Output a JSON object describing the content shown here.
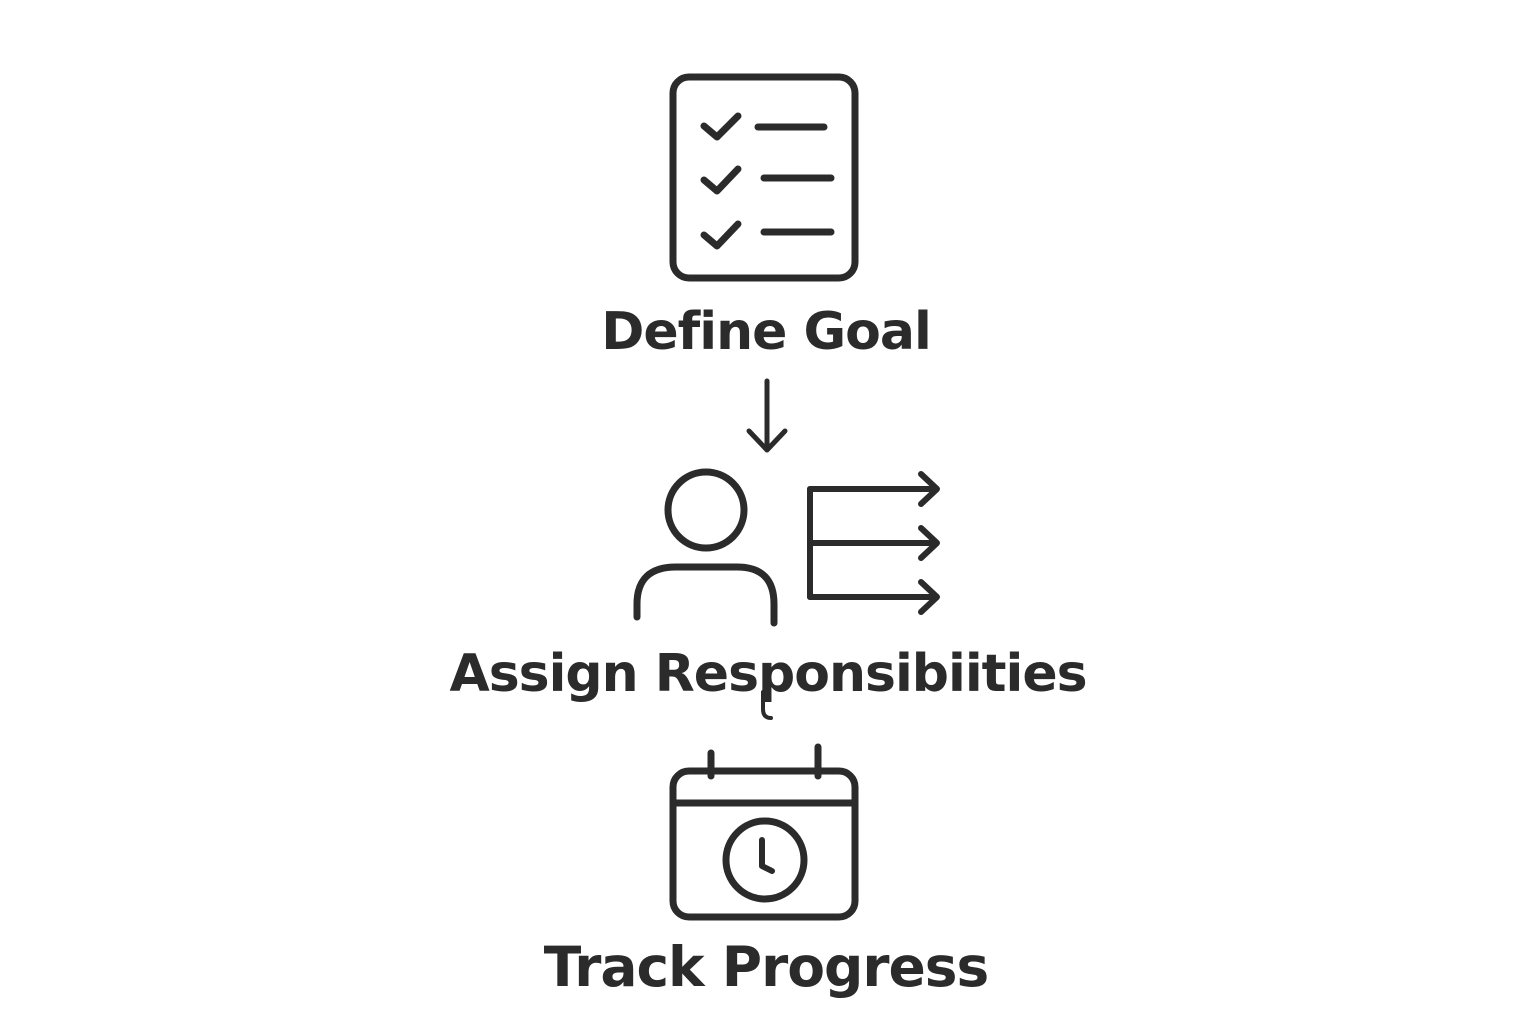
{
  "colors": {
    "background": "#ffffff",
    "stroke": "#2b2b2b",
    "text": "#2b2b2b"
  },
  "steps": [
    {
      "label": "Define Goal",
      "icon": "checklist-icon"
    },
    {
      "label": "Assign Responsibiities",
      "icon": "person-delegate-icon"
    },
    {
      "label": "Track Progress",
      "icon": "calendar-clock-icon"
    }
  ],
  "connectors": [
    {
      "from": "Define Goal",
      "to": "Assign Responsibiities",
      "icon": "arrow-down-icon"
    },
    {
      "from": "Assign Responsibiities",
      "to": "Track Progress",
      "icon": "hook-connector-icon"
    }
  ]
}
